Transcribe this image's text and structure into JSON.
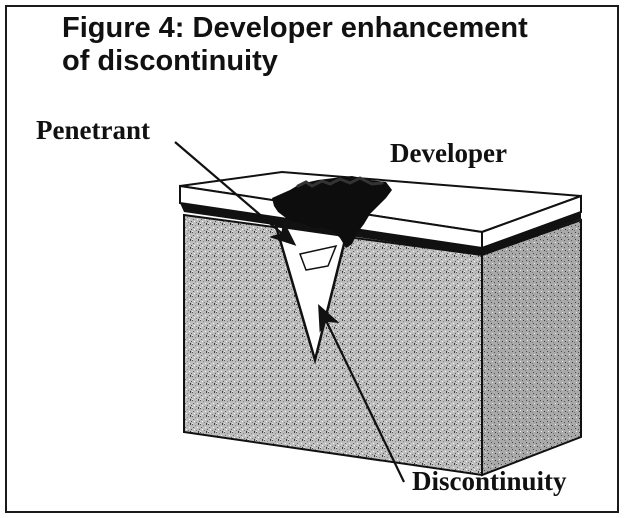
{
  "figure": {
    "title_line1": "Figure 4: Developer enhancement",
    "title_line2": "of discontinuity"
  },
  "labels": {
    "penetrant": "Penetrant",
    "developer": "Developer",
    "discontinuity": "Discontinuity"
  },
  "colors": {
    "ink": "#111111",
    "material_fill": "#b8b8b8",
    "developer_stain": "#0d0d0d"
  }
}
